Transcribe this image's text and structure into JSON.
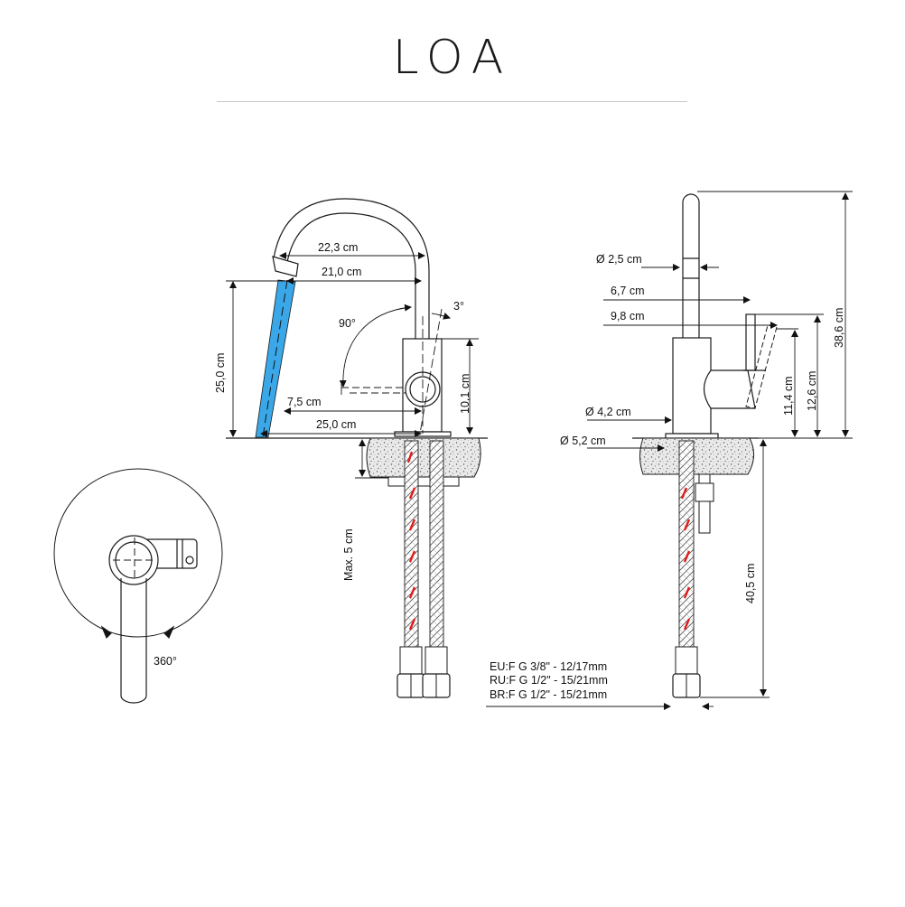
{
  "title": "LOA",
  "colors": {
    "water": "#3aa8e8",
    "hose_stripe": "#e11b1b",
    "line": "#1a1a1a",
    "granite": "#e6e6e6"
  },
  "front_view": {
    "dims": {
      "spout_reach_outer": "22,3 cm",
      "spout_reach_inner": "21,0 cm",
      "tilt_angle": "3°",
      "handle_angle": "90°",
      "spout_height": "25,0 cm",
      "handle_length": "7,5 cm",
      "base_reach": "25,0 cm",
      "body_height": "10,1 cm",
      "max_thickness": "Max. 5 cm"
    }
  },
  "side_view": {
    "dims": {
      "spout_diameter": "Ø 2,5 cm",
      "handle_offset_1": "6,7 cm",
      "handle_offset_2": "9,8 cm",
      "body_diameter": "Ø 4,2 cm",
      "base_diameter": "Ø 5,2 cm",
      "total_height": "38,6 cm",
      "handle_height_1": "12,6 cm",
      "handle_height_2": "11,4 cm",
      "hose_length": "40,5 cm"
    },
    "connections": [
      "EU:F G 3/8\" - 12/17mm",
      "RU:F G 1/2\" - 15/21mm",
      "BR:F G 1/2\" - 15/21mm"
    ]
  },
  "top_view": {
    "rotation": "360°"
  }
}
